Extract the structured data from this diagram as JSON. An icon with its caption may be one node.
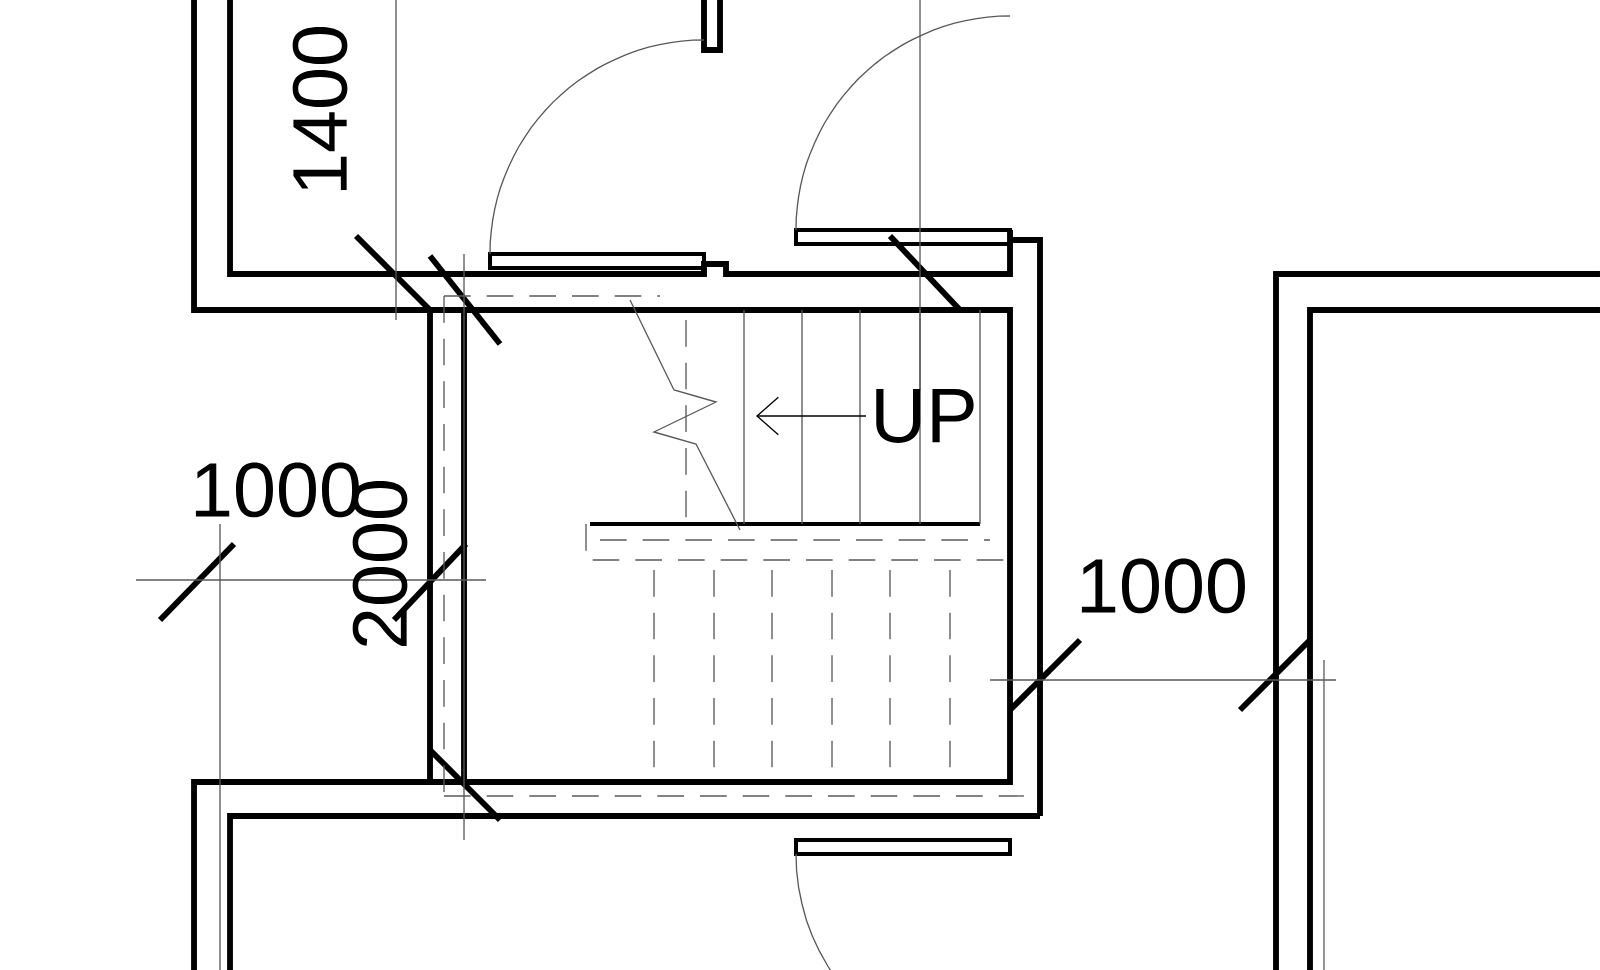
{
  "diagram": {
    "labels": [
      "1400",
      "UP",
      "1000",
      "2000",
      "1000"
    ]
  }
}
